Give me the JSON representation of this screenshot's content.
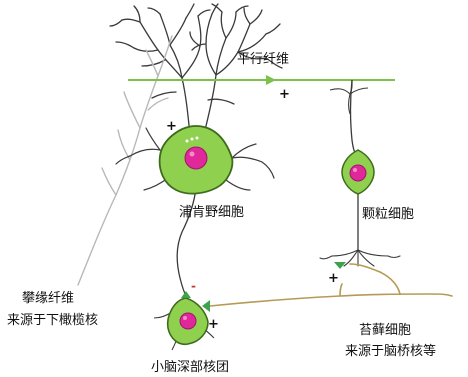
{
  "labels": {
    "parallel_fiber": "平行纤维",
    "purkinje_cell": "浦肯野细胞",
    "granule_cell": "颗粒细胞",
    "climbing_fiber_line1": "攀缘纤维",
    "climbing_fiber_line2": "来源于下橄榄核",
    "mossy_fiber_line1": "苔藓细胞",
    "mossy_fiber_line2": "来源于脑桥核等",
    "deep_cerebellar_nuclei": "小脑深部核团"
  },
  "signs": {
    "plus": "+",
    "minus": "-"
  },
  "colors": {
    "soma_fill": "#8fd14f",
    "soma_stroke": "#3f6b1e",
    "nucleus_fill": "#e0289b",
    "nucleus_stroke": "#a0146b",
    "dendrite": "#3a3a3a",
    "climbing_fiber": "#b8b8b8",
    "parallel_fiber": "#7cc24a",
    "mossy_fiber": "#b59a55",
    "synapse": "#3fa34d",
    "inhibitory_sign": "#c0392b"
  }
}
